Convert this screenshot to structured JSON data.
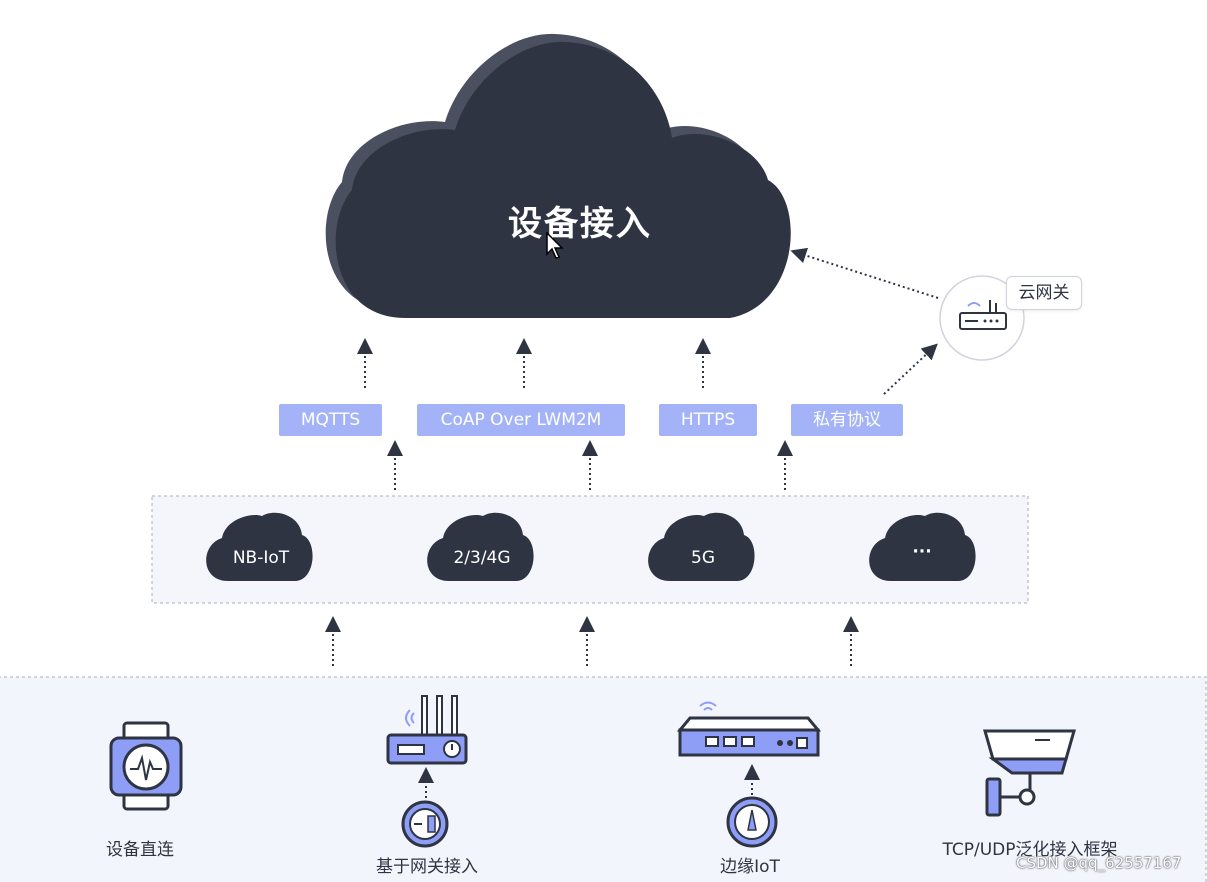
{
  "main_cloud": {
    "title": "设备接入"
  },
  "cloud_gateway": {
    "label": "云网关"
  },
  "protocols": [
    "MQTTS",
    "CoAP Over LWM2M",
    "HTTPS",
    "私有协议"
  ],
  "networks": [
    "NB-IoT",
    "2/3/4G",
    "5G",
    "···"
  ],
  "access_methods": [
    "设备直连",
    "基于网关接入",
    "边缘IoT",
    "TCP/UDP泛化接入框架"
  ],
  "watermark": "CSDN @qq_62557167",
  "colors": {
    "cloud": "#2f3443",
    "protocol_bg": "#a4b3f7",
    "device_accent": "#8e9ef7",
    "panel_bg": "#f3f5fd",
    "panel_border": "#a9adb8"
  }
}
